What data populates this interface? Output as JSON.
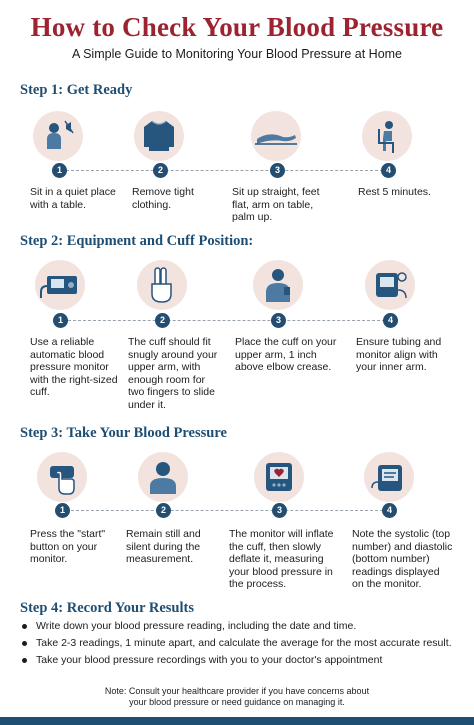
{
  "header": {
    "title": "How to Check Your Blood Pressure",
    "subtitle": "A Simple Guide to Monitoring Your Blood Pressure at Home"
  },
  "colors": {
    "title": "#9c2430",
    "section": "#1f4e73",
    "badge": "#234e72",
    "icon_bg": "#f2e3df"
  },
  "sections": [
    {
      "title": "Step 1: Get Ready",
      "steps": [
        {
          "num": "1",
          "icon": "person-sitting-quiet-icon",
          "text": "Sit in a quiet place with a table."
        },
        {
          "num": "2",
          "icon": "shirt-icon",
          "text": "Remove tight clothing."
        },
        {
          "num": "3",
          "icon": "arm-on-table-icon",
          "text": "Sit up straight, feet flat, arm on table, palm up."
        },
        {
          "num": "4",
          "icon": "chair-rest-icon",
          "text": "Rest 5 minutes."
        }
      ]
    },
    {
      "title": "Step 2: Equipment and Cuff Position:",
      "steps": [
        {
          "num": "1",
          "icon": "bp-monitor-icon",
          "text": "Use a reliable automatic blood pressure monitor with the right-sized cuff."
        },
        {
          "num": "2",
          "icon": "two-fingers-icon",
          "text": "The cuff should fit snugly around your upper arm, with enough room for two fingers to slide under it."
        },
        {
          "num": "3",
          "icon": "person-cuff-icon",
          "text": "Place the cuff on your upper arm, 1 inch above elbow crease."
        },
        {
          "num": "4",
          "icon": "tubing-monitor-icon",
          "text": "Ensure tubing and monitor align with your inner arm."
        }
      ]
    },
    {
      "title": "Step 3: Take Your Blood Pressure",
      "steps": [
        {
          "num": "1",
          "icon": "press-button-icon",
          "text": "Press the \"start\" button on your monitor."
        },
        {
          "num": "2",
          "icon": "person-still-icon",
          "text": "Remain still and silent during the measurement."
        },
        {
          "num": "3",
          "icon": "monitor-heart-icon",
          "text": "The monitor will inflate the cuff, then slowly deflate it, measuring your blood pressure in the process."
        },
        {
          "num": "4",
          "icon": "monitor-reading-icon",
          "text": "Note the systolic (top number) and diastolic (bottom number) readings displayed on the monitor."
        }
      ]
    }
  ],
  "results": {
    "title": "Step 4: Record Your Results",
    "items": [
      "Write down your blood pressure reading, including the date and time.",
      "Take 2-3 readings, 1 minute apart, and calculate the average for the most accurate result.",
      "Take your blood pressure recordings with you to your doctor's appointment"
    ]
  },
  "note": "Note: Consult your healthcare provider if you have concerns about your blood pressure or need guidance on managing it."
}
